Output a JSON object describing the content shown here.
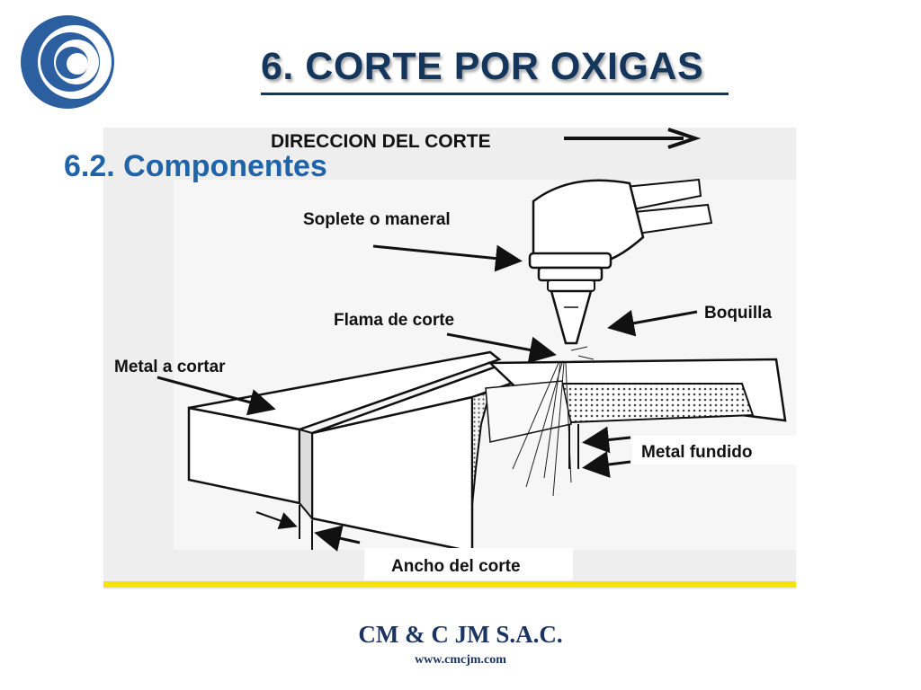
{
  "slide": {
    "title": "6. CORTE POR OXIGAS",
    "subtitle": "6.2. Componentes"
  },
  "diagram": {
    "direction_label": "DIRECCION DEL CORTE",
    "labels": {
      "torch": "Soplete o maneral",
      "nozzle": "Boquilla",
      "flame": "Flama de corte",
      "metal": "Metal a cortar",
      "molten": "Metal fundido",
      "kerf": "Ancho del corte"
    }
  },
  "footer": {
    "company": "CM & C JM S.A.C.",
    "website": "www.cmcjm.com"
  },
  "colors": {
    "title": "#15365c",
    "subtitle": "#1f63a8",
    "logo": "#2b5fa0",
    "accent_bar": "#f2e600",
    "figure_bg": "#eeeeee"
  },
  "icons": {
    "logo": "company-logo-swirl",
    "direction": "arrow-right-icon"
  }
}
